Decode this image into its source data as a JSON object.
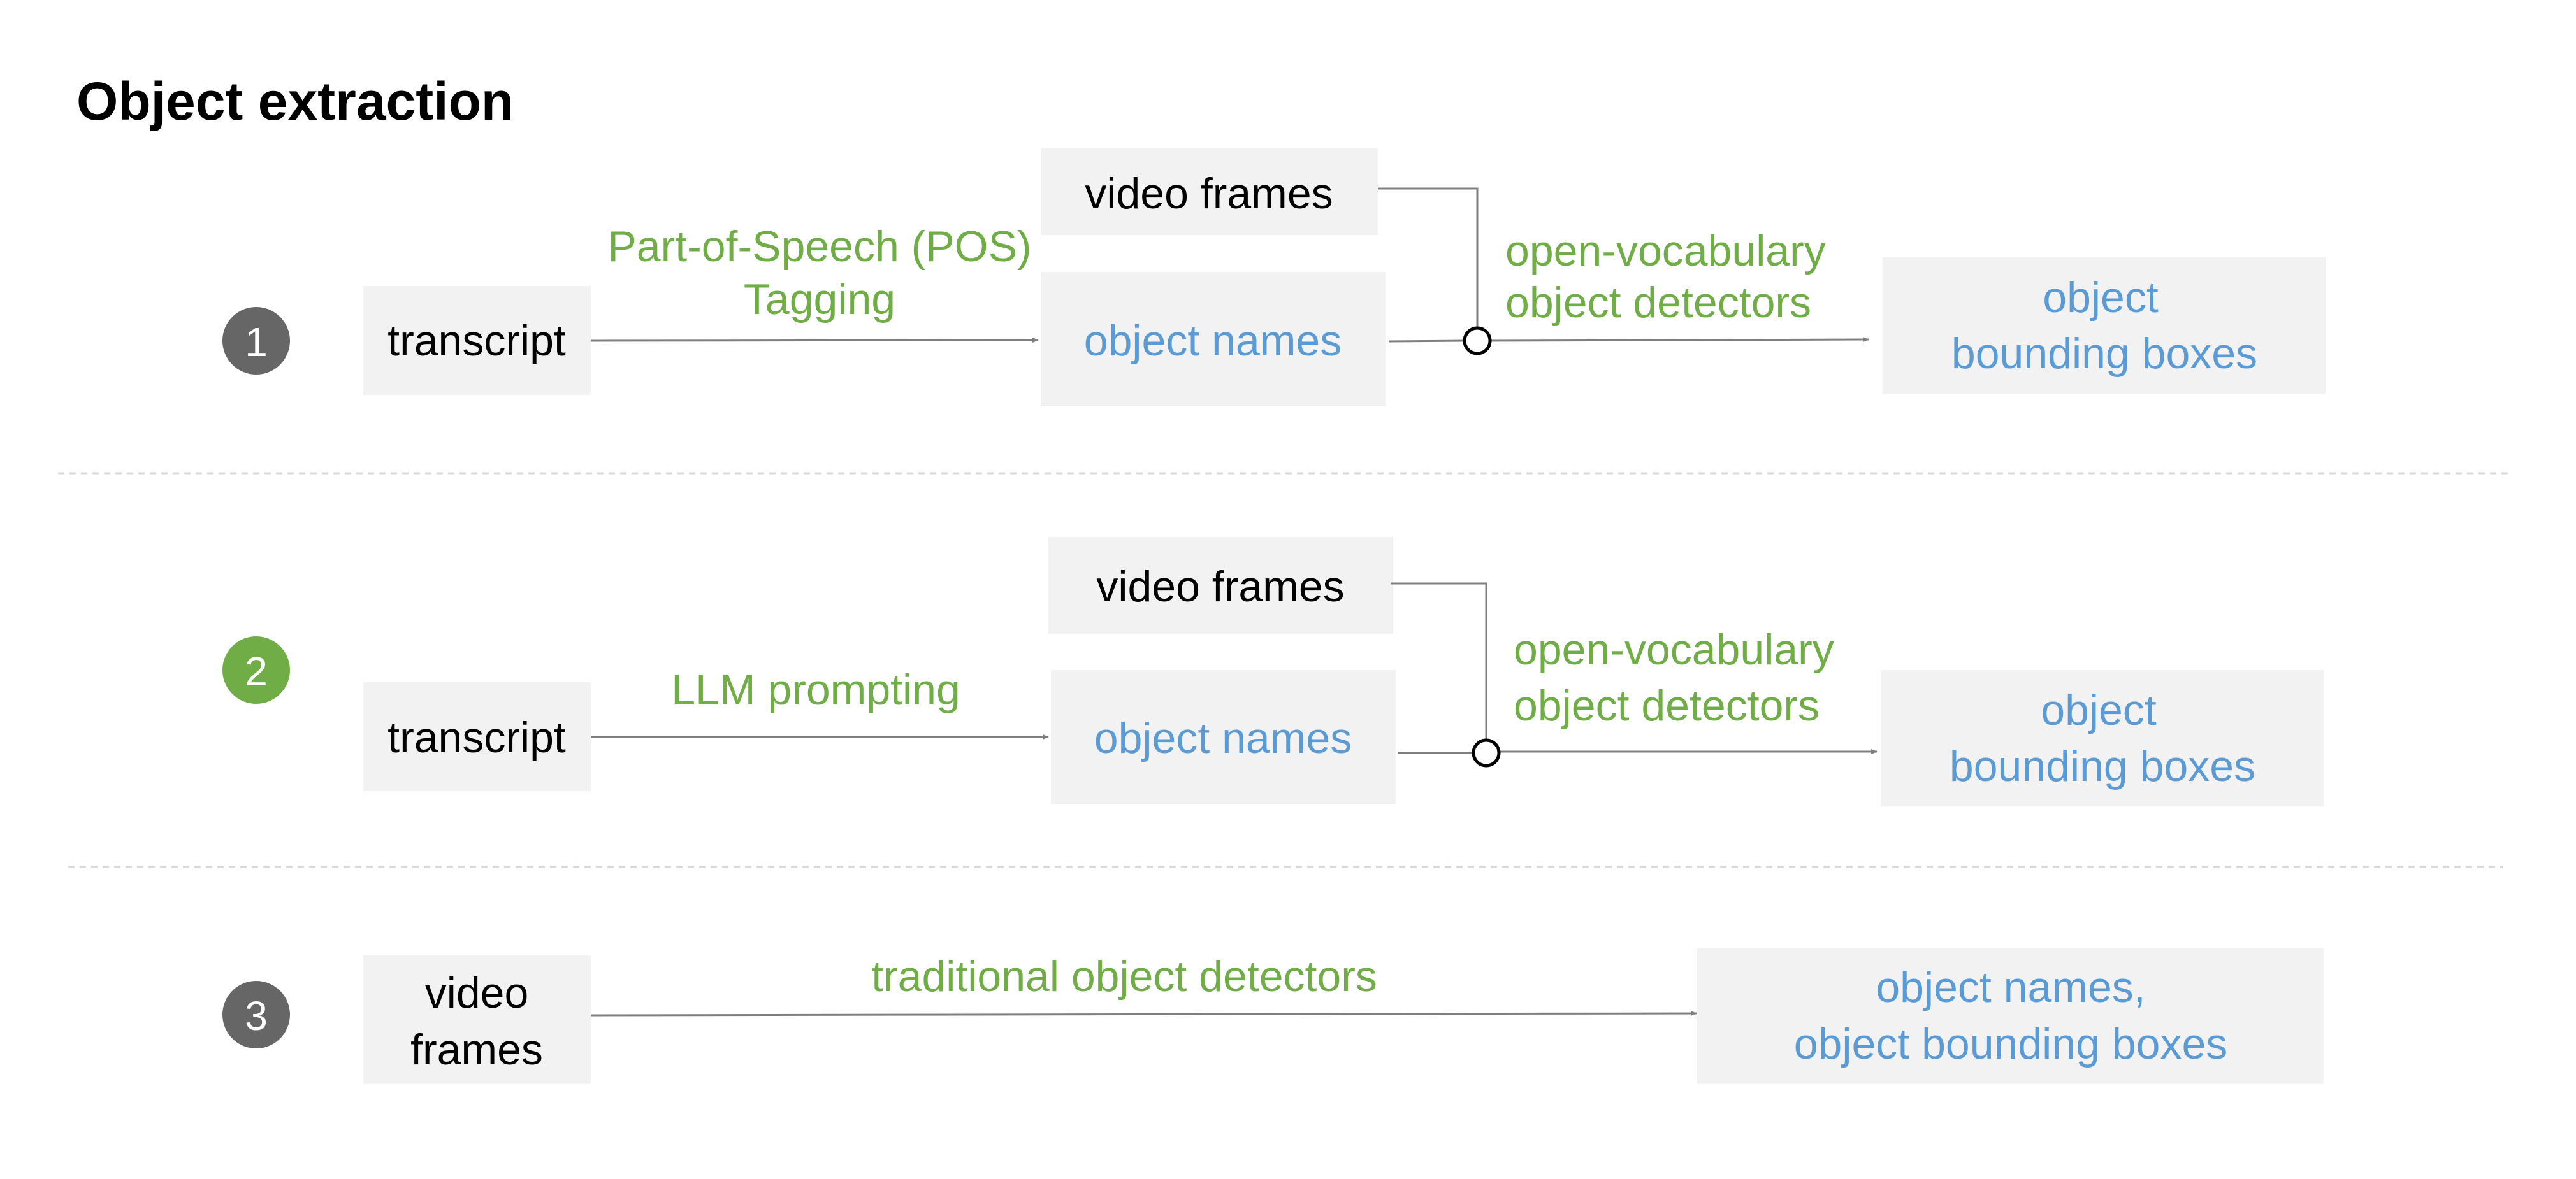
{
  "title": "Object extraction",
  "colors": {
    "box_fill": "#f2f2f2",
    "input_text": "#000000",
    "output_text": "#5b9bd5",
    "method_text": "#70ad47",
    "badge_gray": "#666666",
    "badge_green": "#70ad47",
    "connector": "#7f7f7f"
  },
  "rows": [
    {
      "badge": "1",
      "input": "transcript",
      "method": [
        "Part-of-Speech (POS)",
        "Tagging"
      ],
      "side_input": "video frames",
      "intermediate": "object names",
      "detector": [
        "open-vocabulary",
        "object detectors"
      ],
      "output": [
        "object",
        "bounding boxes"
      ]
    },
    {
      "badge": "2",
      "input": "transcript",
      "method": [
        "LLM prompting"
      ],
      "side_input": "video frames",
      "intermediate": "object names",
      "detector": [
        "open-vocabulary",
        "object detectors"
      ],
      "output": [
        "object",
        "bounding boxes"
      ]
    },
    {
      "badge": "3",
      "input": [
        "video",
        "frames"
      ],
      "method": [
        "traditional object detectors"
      ],
      "output": [
        "object names,",
        "object bounding boxes"
      ]
    }
  ]
}
